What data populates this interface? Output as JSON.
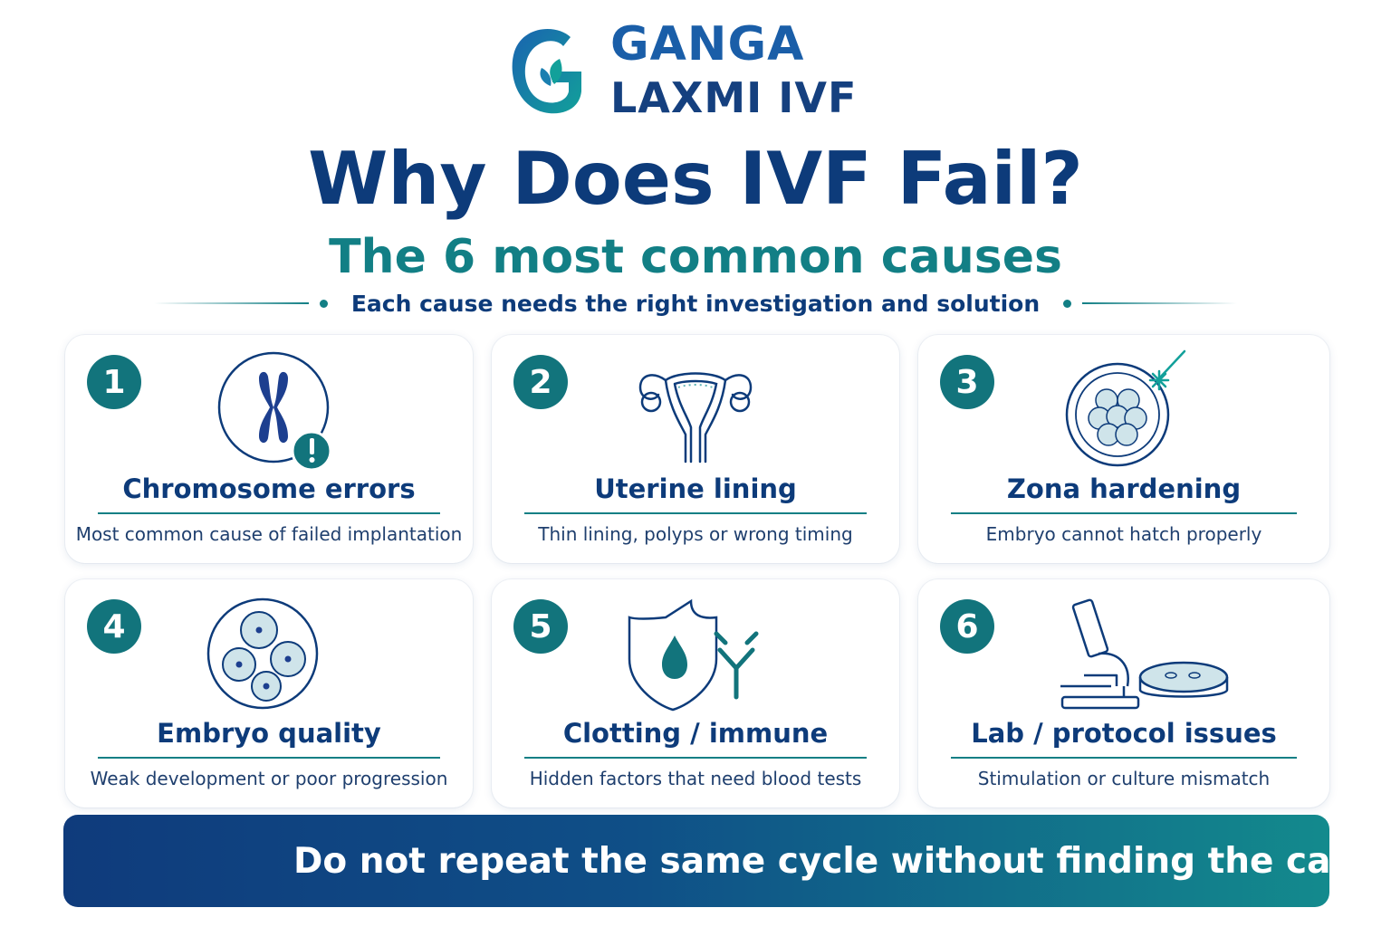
{
  "brand": {
    "line1": "GANGA",
    "line2": "LAXMI IVF"
  },
  "headline": "Why Does IVF Fail?",
  "subheadline": "The 6 most common causes",
  "tagline": "Each cause needs the right investigation and solution",
  "causes": [
    {
      "number": "1",
      "title": "Chromosome errors",
      "description": "Most common cause of failed implantation",
      "icon": "chromosome-icon"
    },
    {
      "number": "2",
      "title": "Uterine lining",
      "description": "Thin lining, polyps or wrong timing",
      "icon": "uterus-icon"
    },
    {
      "number": "3",
      "title": "Zona hardening",
      "description": "Embryo cannot hatch properly",
      "icon": "embryo-laser-icon"
    },
    {
      "number": "4",
      "title": "Embryo quality",
      "description": "Weak development or poor progression",
      "icon": "embryo-cells-icon"
    },
    {
      "number": "5",
      "title": "Clotting / immune",
      "description": "Hidden factors that need blood tests",
      "icon": "shield-drop-antibody-icon"
    },
    {
      "number": "6",
      "title": "Lab / protocol issues",
      "description": "Stimulation or culture mismatch",
      "icon": "microscope-petri-icon"
    }
  ],
  "banner": {
    "text": "Do not repeat the same cycle without finding the cause.",
    "icon": "heart-hands-icon"
  },
  "colors": {
    "navy": "#0d3b7a",
    "teal": "#127f85",
    "badge": "#12747c"
  }
}
